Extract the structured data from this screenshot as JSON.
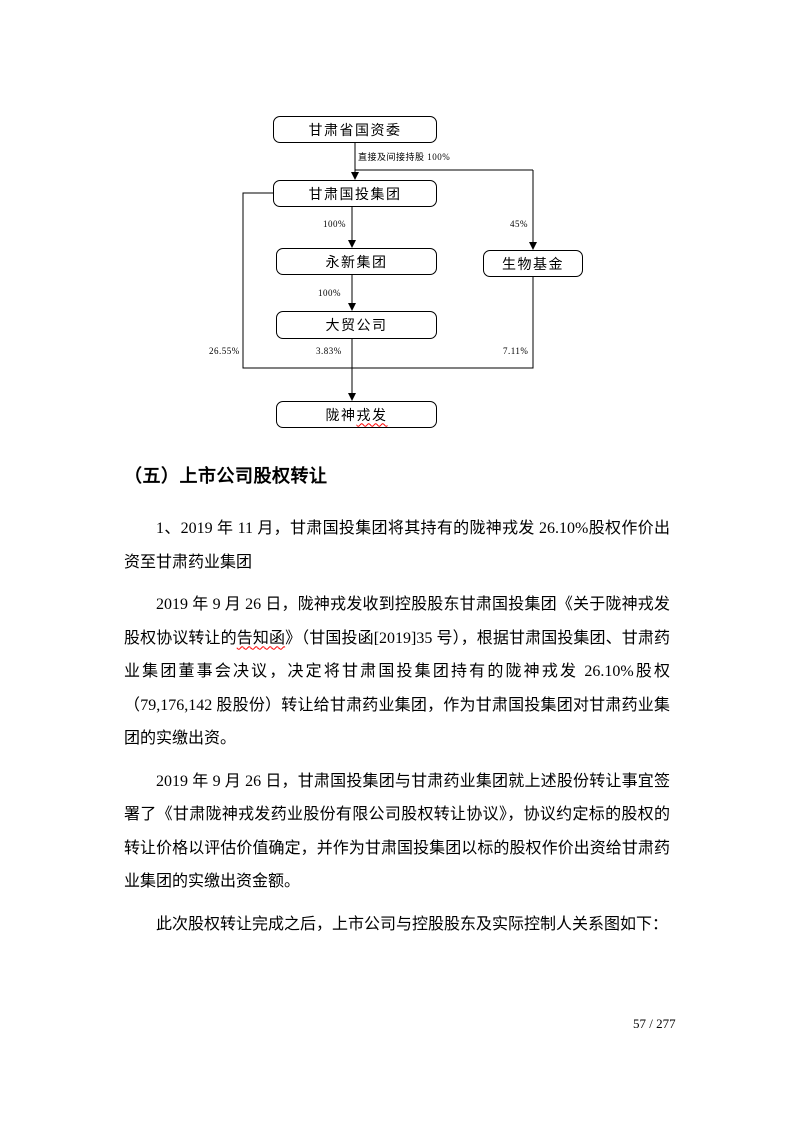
{
  "document": {
    "heading": "（五）上市公司股权转让",
    "paragraphs": [
      {
        "segments": [
          {
            "text": "1、2019 年 11 月，甘肃国投集团将其持有的陇神戎发 26.10%股权作价出资至甘肃药业集团"
          }
        ]
      },
      {
        "segments": [
          {
            "text": "2019 年 9 月 26 日，陇神戎发收到控股股东甘肃国投集团《关于陇神戎发股权协议转让的"
          },
          {
            "text": "告知函",
            "mark": true
          },
          {
            "text": "》（甘国投函[2019]35 号），根据甘肃国投集团、甘肃药业集团董事会决议，决定将甘肃国投集团持有的陇神戎发 26.10%股权（79,176,142 股股份）转让给甘肃药业集团，作为甘肃国投集团对甘肃药业集团的实缴出资。"
          }
        ]
      },
      {
        "segments": [
          {
            "text": "2019 年 9 月 26 日，甘肃国投集团与甘肃药业集团就上述股份转让事宜签署了《甘肃陇神戎发药业股份有限公司股权转让协议》，协议约定标的股权的转让价格以评估价值确定，并作为甘肃国投集团以标的股权作价出资给甘肃药业集团的实缴出资金额。"
          }
        ]
      },
      {
        "segments": [
          {
            "text": "此次股权转让完成之后，上市公司与控股股东及实际控制人关系图如下："
          }
        ]
      }
    ],
    "page_number": "57 / 277"
  },
  "diagram": {
    "nodes": {
      "sasac": {
        "label": "甘肃省国资委"
      },
      "guotou": {
        "label": "甘肃国投集团"
      },
      "yongxin": {
        "label": "永新集团"
      },
      "shengwu": {
        "label": "生物基金"
      },
      "damao": {
        "label": "大贸公司"
      },
      "longshen": {
        "label_plain": "陇神",
        "label_marked": "戎发"
      }
    },
    "edge_labels": {
      "direct_indirect": "直接及间接持股 100%",
      "guotou_yongxin": "100%",
      "guotou_shengwu": "45%",
      "yongxin_damao": "100%",
      "guotou_longshen": "26.55%",
      "damao_longshen": "3.83%",
      "shengwu_longshen": "7.11%"
    }
  }
}
